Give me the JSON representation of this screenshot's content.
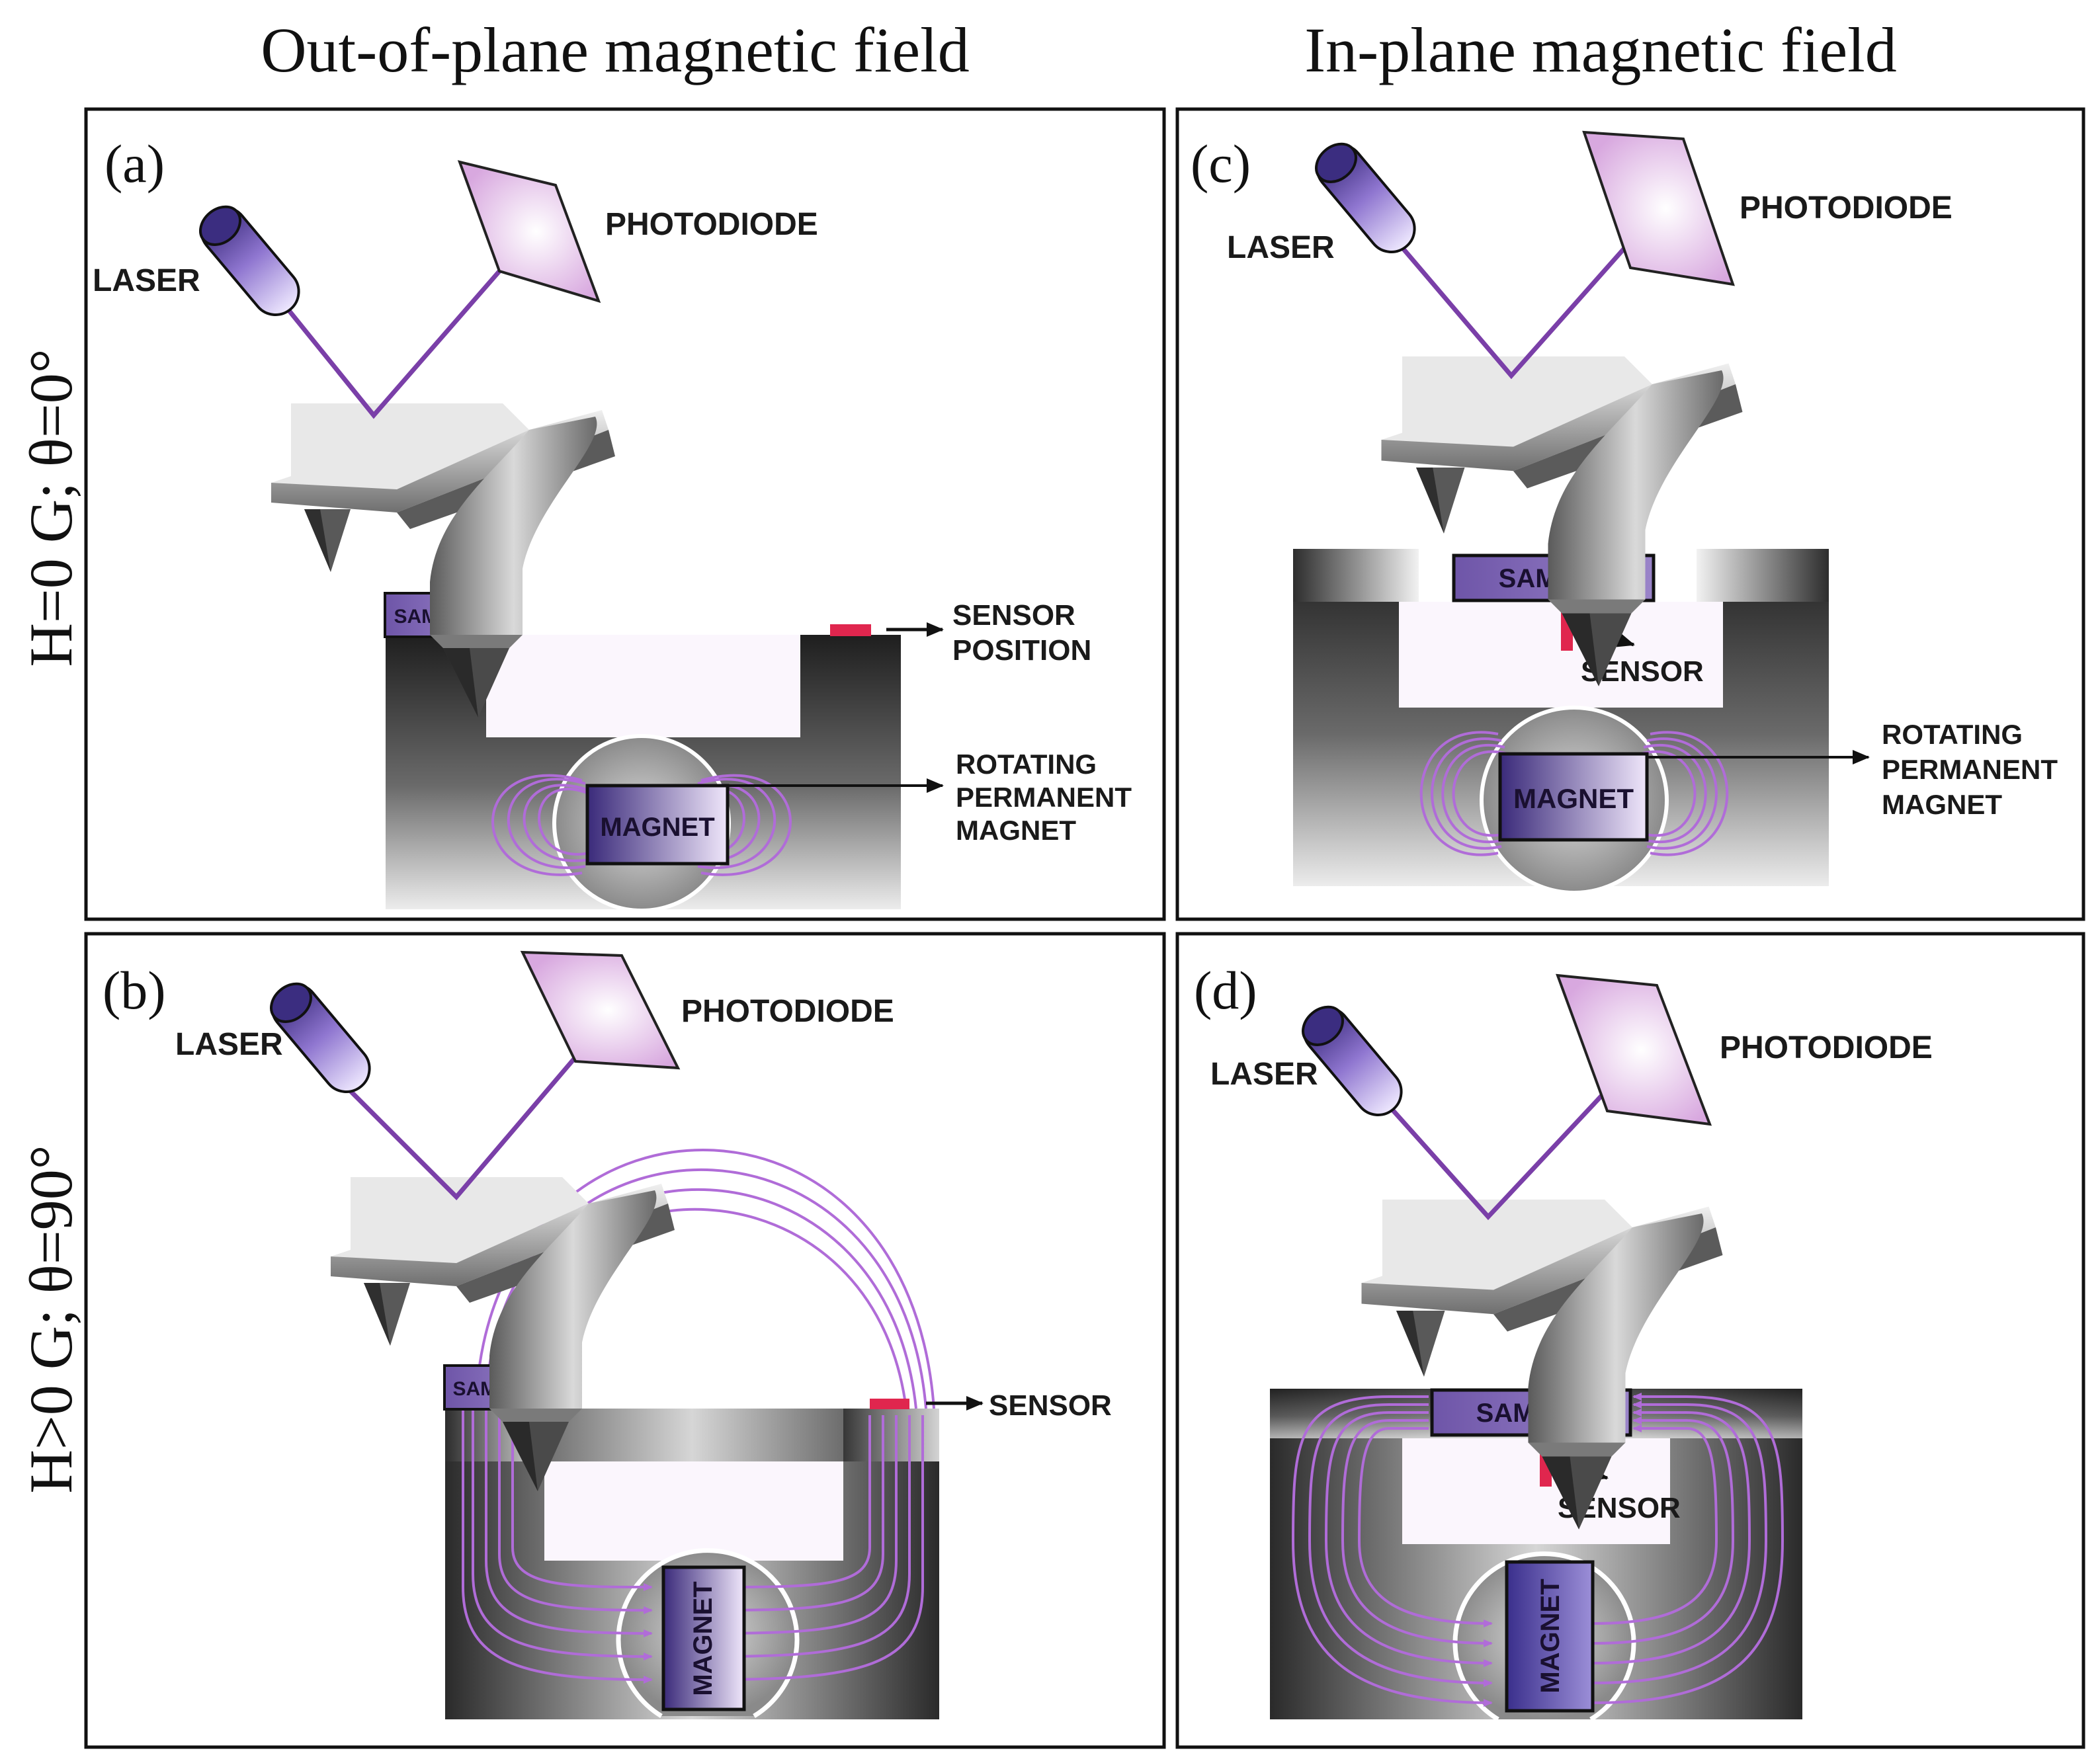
{
  "columns": {
    "left": "Out-of-plane magnetic field",
    "right": "In-plane magnetic field"
  },
  "rows": {
    "top": "H=0 G; θ=0°",
    "bottom": "H>0 G; θ=90°"
  },
  "panels": {
    "a": {
      "tag": "(a)",
      "laser": "LASER",
      "photodiode": "PHOTODIODE",
      "sample": "SAMPLE",
      "sensor_line1": "SENSOR",
      "sensor_line2": "POSITION",
      "magnet": "MAGNET",
      "rot1": "ROTATING",
      "rot2": "PERMANENT",
      "rot3": "MAGNET"
    },
    "b": {
      "tag": "(b)",
      "laser": "LASER",
      "photodiode": "PHOTODIODE",
      "sample": "SAMPLE",
      "sensor": "SENSOR",
      "magnet": "MAGNET"
    },
    "c": {
      "tag": "(c)",
      "laser": "LASER",
      "photodiode": "PHOTODIODE",
      "sample": "SAMPLE",
      "sensor": "SENSOR",
      "magnet": "MAGNET",
      "rot1": "ROTATING",
      "rot2": "PERMANENT",
      "rot3": "MAGNET"
    },
    "d": {
      "tag": "(d)",
      "laser": "LASER",
      "photodiode": "PHOTODIODE",
      "sample": "SAMPLE",
      "sensor": "SENSOR",
      "magnet": "MAGNET"
    }
  },
  "colors": {
    "field_line": "#b06cd8",
    "beam": "#7a3fa8",
    "sensor": "#e0264e",
    "sample_fill": "#7d63b4",
    "photodiode": "#e6c6ec"
  }
}
